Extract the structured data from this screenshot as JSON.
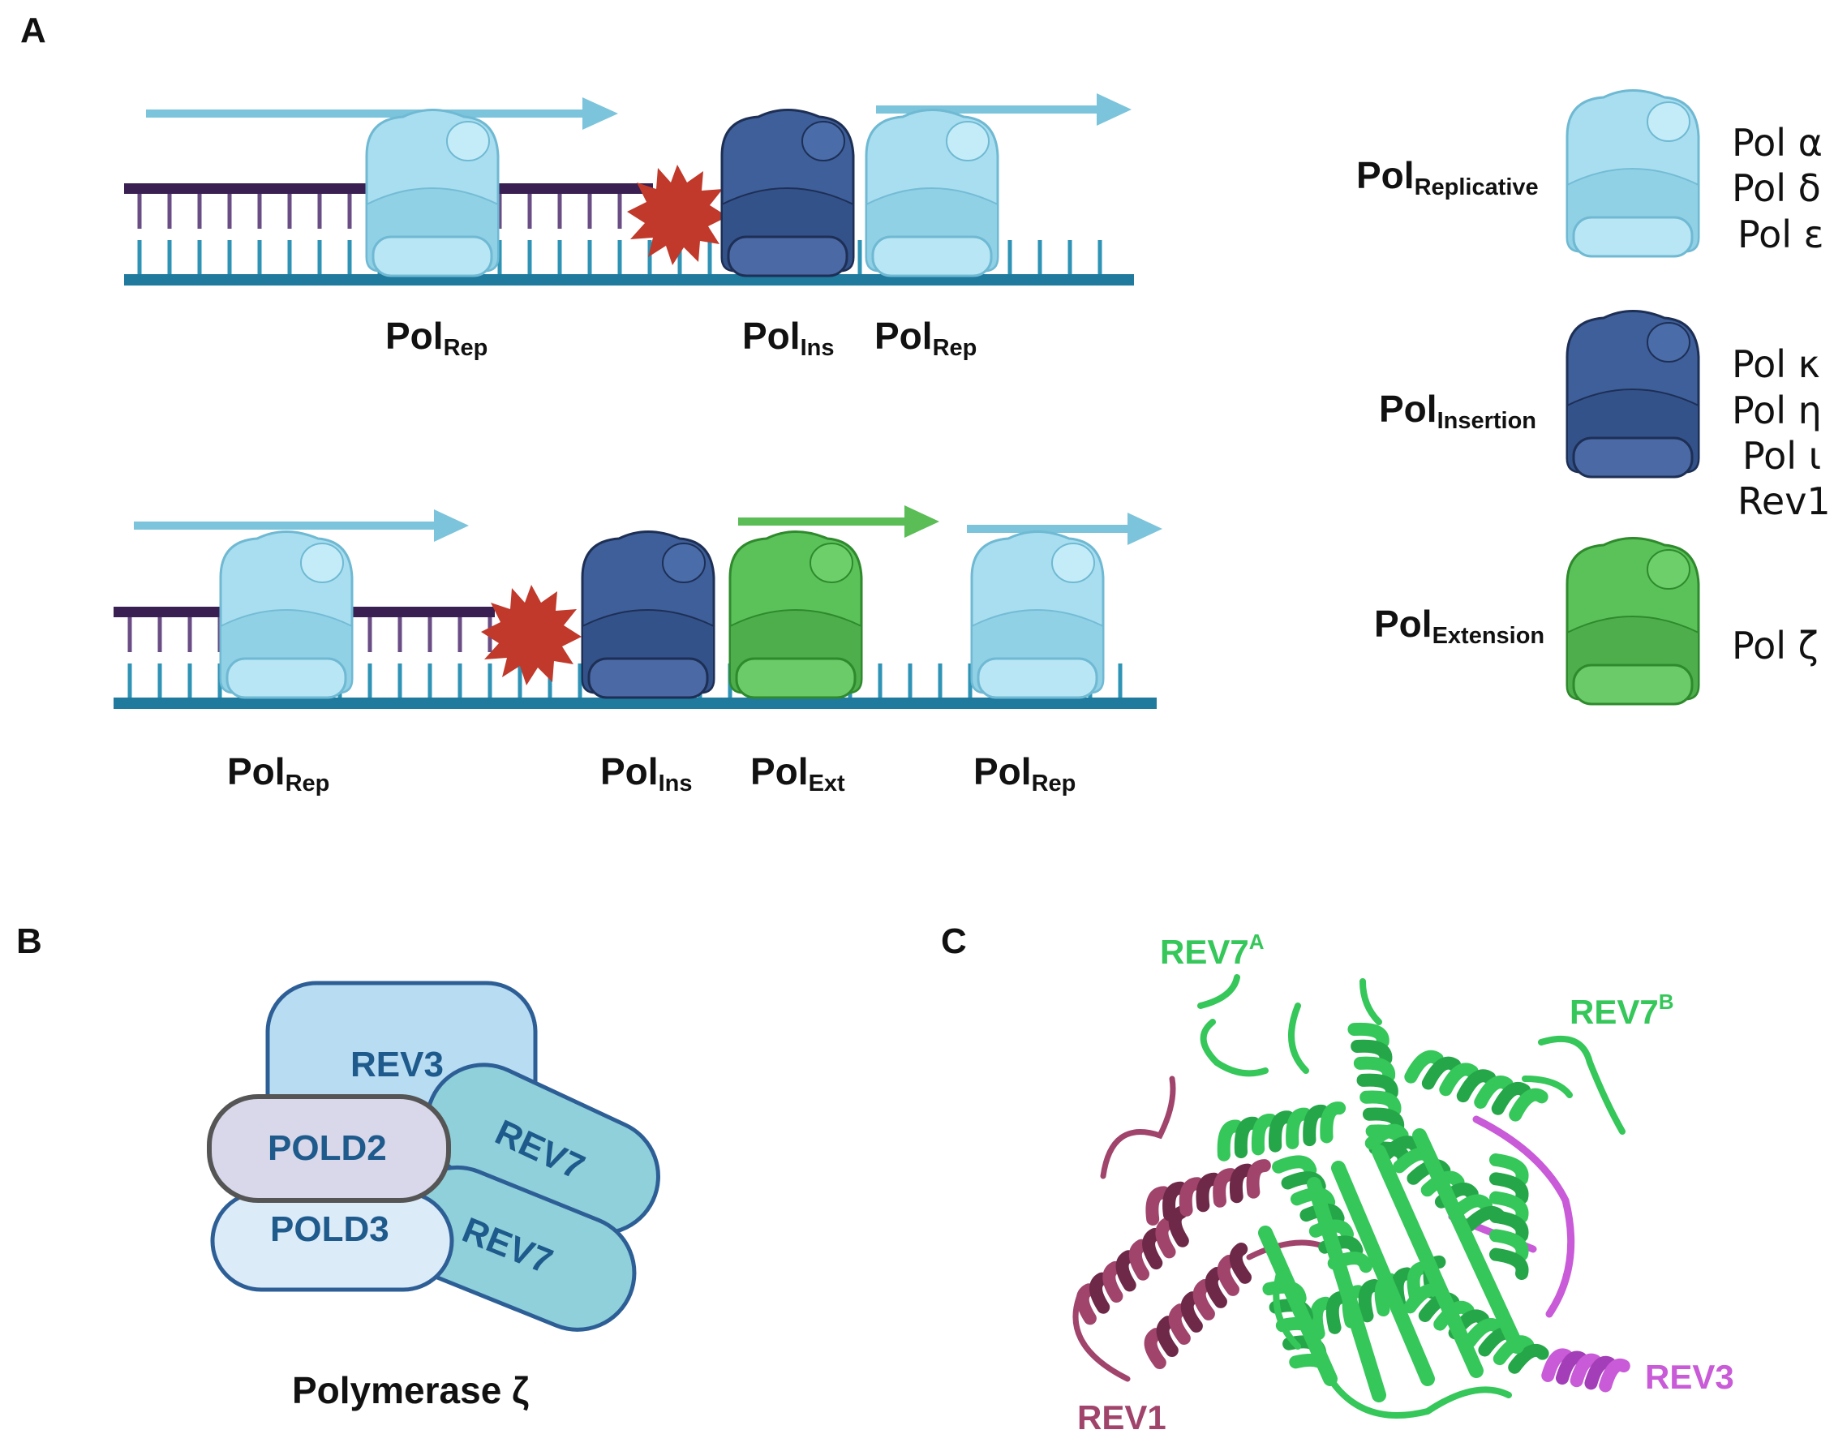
{
  "panels": {
    "a": "A",
    "b": "B",
    "c": "C"
  },
  "pol_labels": {
    "pol": "Pol",
    "rep": "Rep",
    "ins": "Ins",
    "ext": "Ext"
  },
  "legend": {
    "replicative": {
      "main": "Pol",
      "sub": "Replicative",
      "members": [
        "Pol α",
        "Pol δ",
        "Pol ε"
      ]
    },
    "insertion": {
      "main": "Pol",
      "sub": "Insertion",
      "members": [
        "Pol κ",
        "Pol η",
        "Pol ι",
        "Rev1"
      ]
    },
    "extension": {
      "main": "Pol",
      "sub": "Extension",
      "members": [
        "Pol ζ"
      ]
    }
  },
  "complex": {
    "subunits": {
      "rev3": "REV3",
      "pold2": "POLD2",
      "pold3": "POLD3",
      "rev7_a": "REV7",
      "rev7_b": "REV7"
    },
    "title": "Polymerase ζ"
  },
  "structure": {
    "rev7a": {
      "main": "REV7",
      "sup": "A"
    },
    "rev7b": {
      "main": "REV7",
      "sup": "B"
    },
    "rev1": "REV1",
    "rev3": "REV3"
  },
  "colors": {
    "replicative": "#a9def0",
    "insertion": "#3e5f9a",
    "extension": "#5bc25a",
    "lesion": "#c0392b",
    "dna_top": "#3a1f52",
    "dna_bottom": "#1f7a9e",
    "rev7_green": "#35c759",
    "rev1_magenta": "#a0446c",
    "rev3_pink": "#c95ad8"
  },
  "icons": [
    "polymerase-icon",
    "lesion-icon",
    "arrow-icon",
    "protein-ribbon"
  ]
}
